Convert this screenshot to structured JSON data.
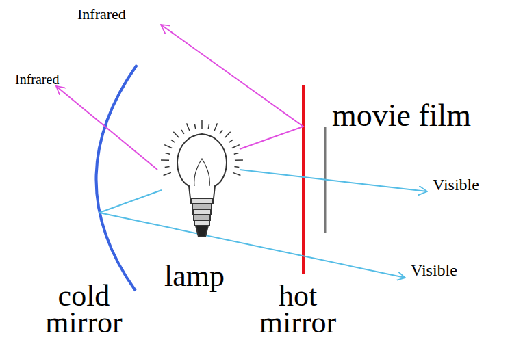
{
  "diagram": {
    "labels": [
      "Infrared",
      "Infrared",
      "movie film",
      "Visible",
      "Visible",
      "lamp",
      "cold mirror",
      "hot mirror"
    ]
  }
}
